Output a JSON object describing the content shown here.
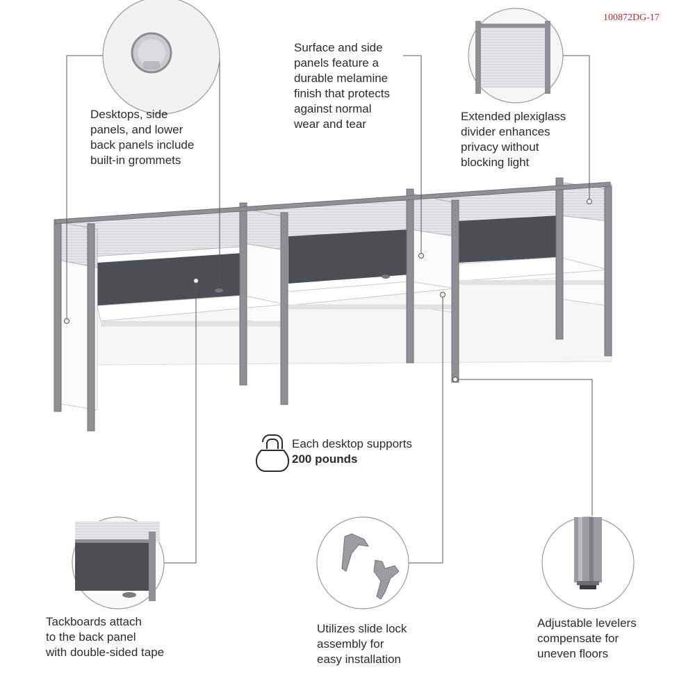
{
  "sku": "100872DG-17",
  "callouts": {
    "grommet": "Desktops, side\npanels, and lower\nback panels include\nbuilt-in grommets",
    "melamine": "Surface and side\npanels feature a\ndurable melamine\nfinish that protects\nagainst normal\nwear and tear",
    "plexiglass": "Extended plexiglass\ndivider enhances\nprivacy without\nblocking light",
    "tackboard": "Tackboards attach\nto the back panel\nwith double-sided tape",
    "slide_lock": "Utilizes slide lock\nassembly for\neasy installation",
    "levelers": "Adjustable levelers\ncompensate for\nuneven floors"
  },
  "support": {
    "line1": "Each desktop supports",
    "line2": "200 pounds"
  },
  "icons": {
    "weight": "kettlebell-icon"
  },
  "colors": {
    "frame": "#8e9094",
    "tackboard": "#4a4d52",
    "panel": "#f4f4f4",
    "sku_text": "#c0282d"
  }
}
